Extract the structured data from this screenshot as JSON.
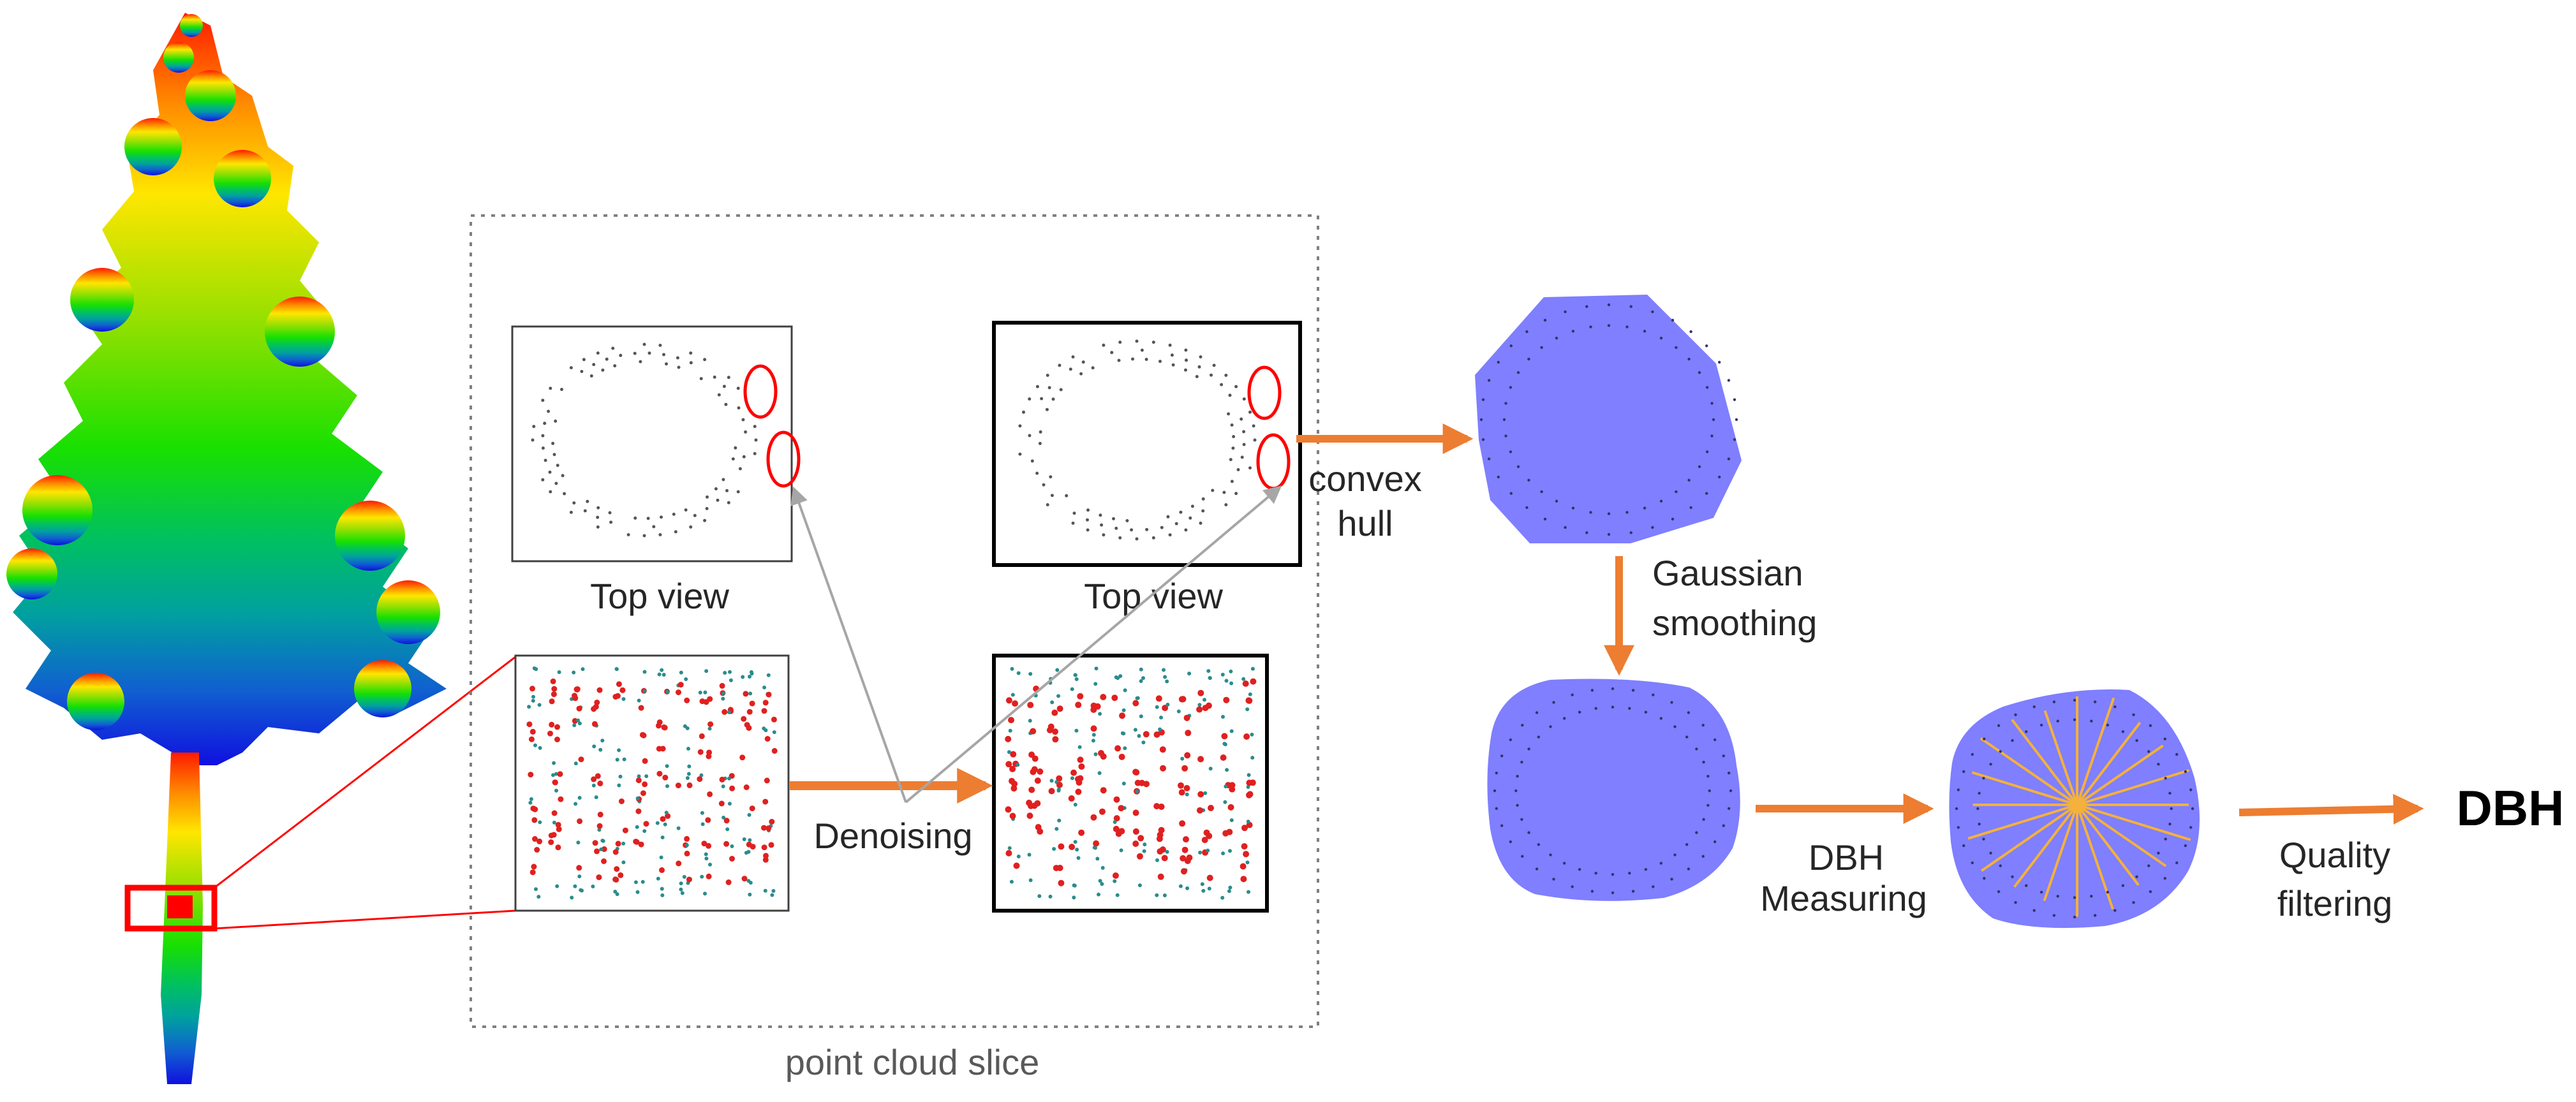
{
  "labels": {
    "top_view_left": "Top view",
    "top_view_right": "Top view",
    "denoising": "Denoising",
    "convex": "convex",
    "hull": "hull",
    "gaussian": "Gaussian",
    "smoothing": "smoothing",
    "dbh_small": "DBH",
    "measuring": "Measuring",
    "quality": "Quality",
    "filtering": "filtering",
    "dbh_result": "DBH",
    "slice_caption": "point cloud slice"
  },
  "colors": {
    "flow_arrow": "#ED7D31",
    "guide_arrow": "#A6A6A6",
    "polygon_fill": "#7F7FFF",
    "radial_lines": "#F4B13C",
    "highlight": "#FF0000",
    "point_red": "#E02020",
    "point_teal": "#2A8C8C",
    "point_dark": "#333333"
  }
}
